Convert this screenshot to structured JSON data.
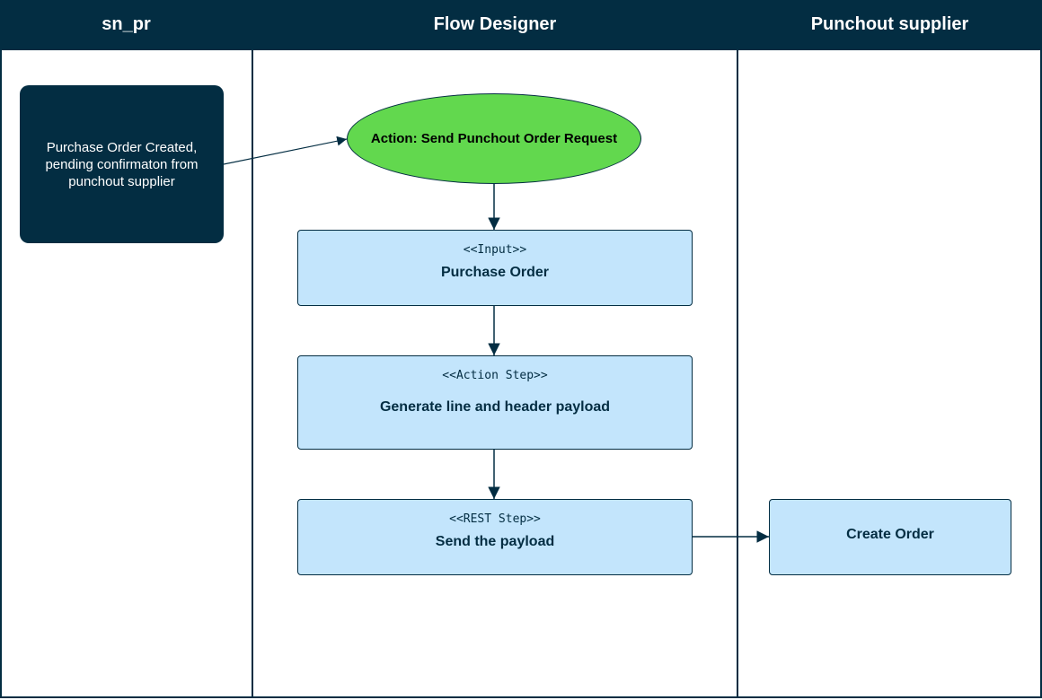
{
  "lanes": [
    {
      "title": "sn_pr"
    },
    {
      "title": "Flow Designer"
    },
    {
      "title": "Punchout supplier"
    }
  ],
  "nodes": {
    "start_note": "Purchase Order Created,\npending confirmaton from\npunchout supplier",
    "action": "Action: Send Punchout Order Request",
    "input_step": {
      "stereotype": "<<Input>>",
      "title": "Purchase Order"
    },
    "action_step": {
      "stereotype": "<<Action Step>>",
      "title": "Generate line and header payload"
    },
    "rest_step": {
      "stereotype": "<<REST Step>>",
      "title": "Send the payload"
    },
    "create_order": "Create Order"
  },
  "colors": {
    "dark": "#032d42",
    "action_fill": "#62d84e",
    "step_fill": "#c3e5fc",
    "background": "#ffffff"
  }
}
